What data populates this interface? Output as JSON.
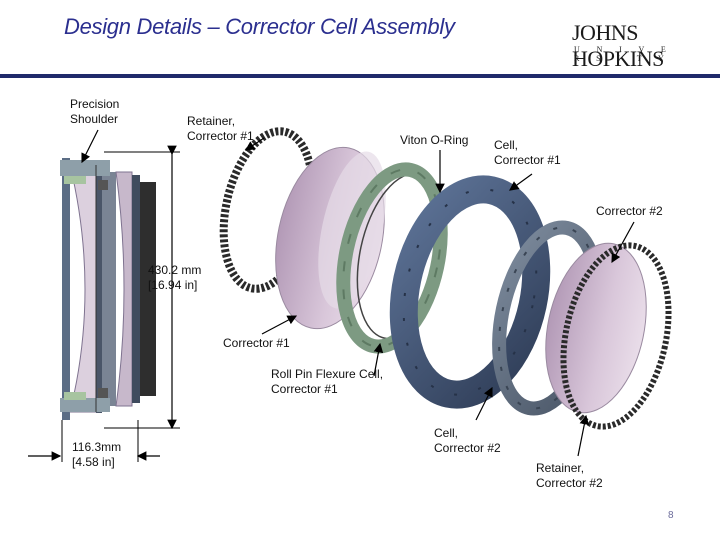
{
  "title": "Design Details – Corrector Cell Assembly",
  "logo": {
    "name": "JOHNS HOPKINS",
    "sub": "U N I V E R S I T Y"
  },
  "labels": {
    "precision_shoulder": [
      "Precision",
      "Shoulder"
    ],
    "retainer_c1": [
      "Retainer,",
      "Corrector #1"
    ],
    "viton": "Viton O-Ring",
    "cell_c1": [
      "Cell,",
      "Corrector #1"
    ],
    "corrector2": "Corrector #2",
    "dim_430": [
      "430.2 mm",
      "[16.94 in]"
    ],
    "corrector1": "Corrector #1",
    "roll_pin": [
      "Roll Pin Flexure Cell,",
      "Corrector #1"
    ],
    "dim_116": [
      "116.3mm",
      "[4.58 in]"
    ],
    "cell_c2": [
      "Cell,",
      "Corrector #2"
    ],
    "retainer_c2": [
      "Retainer,",
      "Corrector #2"
    ]
  },
  "page_number": "8",
  "colors": {
    "title": "#2b2f8f",
    "rule": "#1f2a6b",
    "lens": "#c9b3cc",
    "green_ring": "#7d9a82",
    "blue_cell": "#4b5f80",
    "gray_flexure": "#6a7889",
    "black_ring": "#2a2a2a"
  }
}
